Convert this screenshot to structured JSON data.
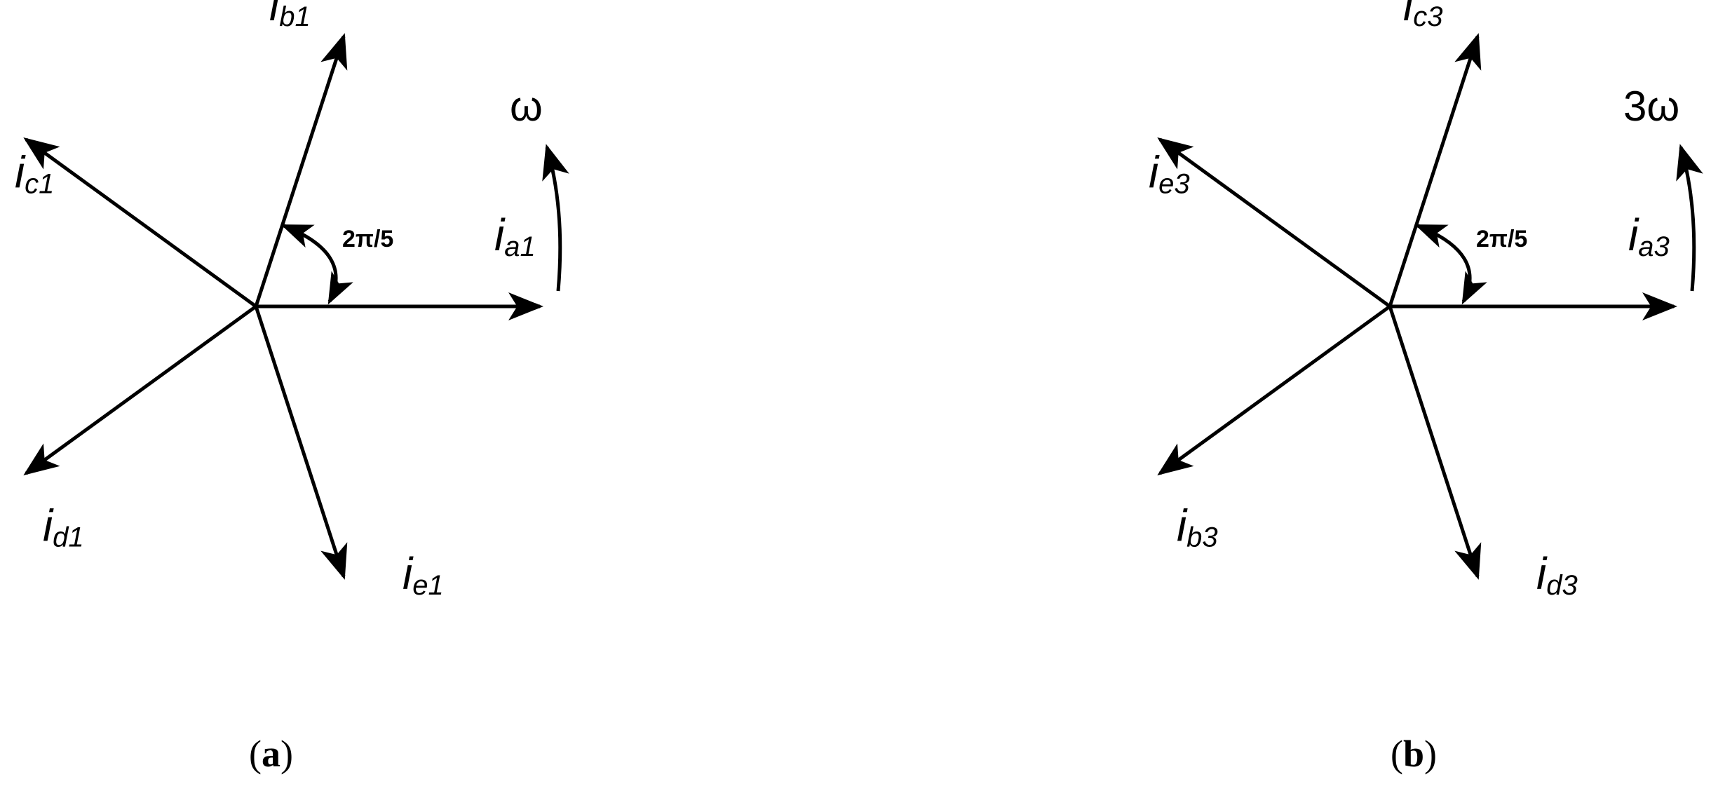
{
  "diagrams": [
    {
      "caption_letter": "a",
      "angle_label": "2π/5",
      "rotation_label": "ω",
      "phasors": [
        {
          "main": "i",
          "sub": "a1",
          "angle_deg": 0
        },
        {
          "main": "i",
          "sub": "b1",
          "angle_deg": 72
        },
        {
          "main": "i",
          "sub": "c1",
          "angle_deg": 144
        },
        {
          "main": "i",
          "sub": "d1",
          "angle_deg": 216
        },
        {
          "main": "i",
          "sub": "e1",
          "angle_deg": 288
        }
      ]
    },
    {
      "caption_letter": "b",
      "angle_label": "2π/5",
      "rotation_label": "3ω",
      "phasors": [
        {
          "main": "i",
          "sub": "a3",
          "angle_deg": 0
        },
        {
          "main": "i",
          "sub": "c3",
          "angle_deg": 72
        },
        {
          "main": "i",
          "sub": "e3",
          "angle_deg": 144
        },
        {
          "main": "i",
          "sub": "b3",
          "angle_deg": 216
        },
        {
          "main": "i",
          "sub": "d3",
          "angle_deg": 288
        }
      ]
    }
  ]
}
